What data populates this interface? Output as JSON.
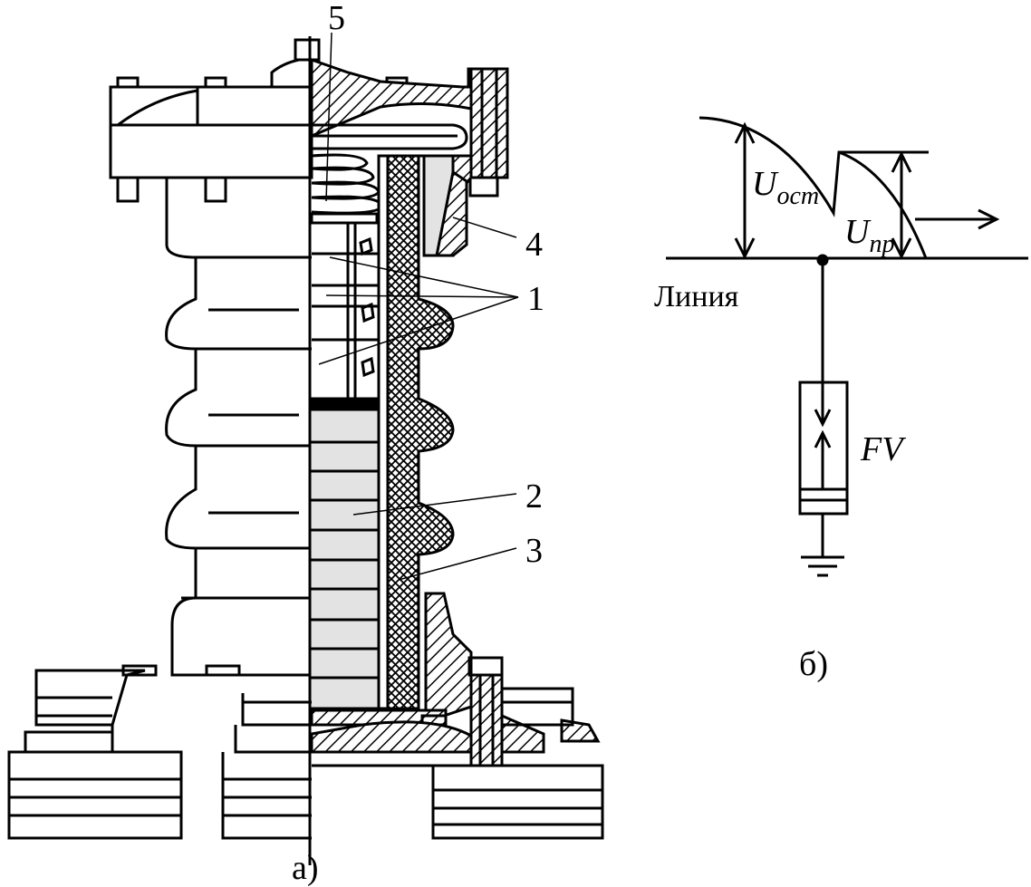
{
  "figure_a": {
    "caption": "а)",
    "callouts": [
      "5",
      "4",
      "1",
      "2",
      "3"
    ]
  },
  "figure_b": {
    "caption": "б)",
    "line_label": "Линия",
    "residual_voltage": {
      "symbol": "U",
      "subscript": "ост"
    },
    "incoming_voltage": {
      "symbol": "U",
      "subscript": "пр"
    },
    "arrester_label": "FV"
  },
  "colors": {
    "stroke": "#000000",
    "varistor_fill": "#e3e3e3",
    "background": "#ffffff"
  }
}
